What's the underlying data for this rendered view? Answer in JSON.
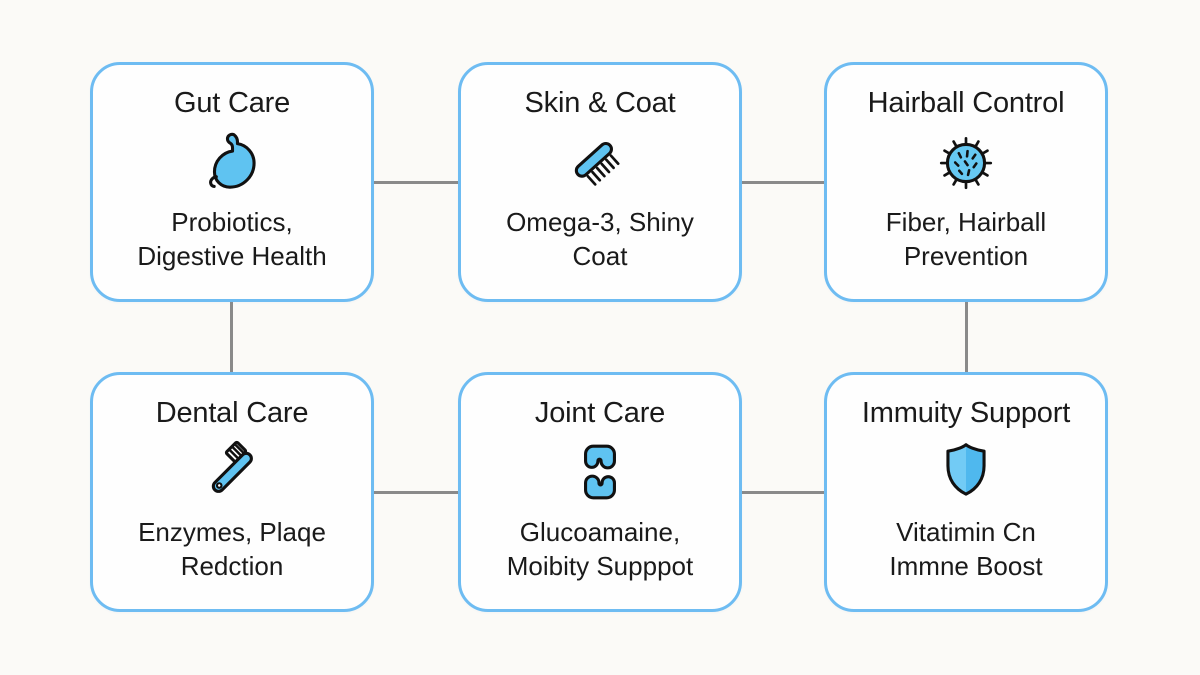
{
  "diagram": {
    "background_color": "#fbfaf7",
    "card_border_color": "#6ebcf2",
    "connector_color": "#8a8a8a",
    "text_color": "#1a1a1a",
    "icon_blue": "#5fc3f1",
    "icon_blue_dark": "#4fb8ee",
    "icon_outline": "#111111"
  },
  "nodes": [
    {
      "id": "gut-care",
      "title": "Gut Care",
      "icon": "stomach-icon",
      "desc_lines": [
        "Probiotics,",
        "Digestive Health"
      ]
    },
    {
      "id": "skin-coat",
      "title": "Skin & Coat",
      "icon": "brush-icon",
      "desc_lines": [
        "Omega-3, Shiny",
        "Coat"
      ]
    },
    {
      "id": "hairball-control",
      "title": "Hairball Control",
      "icon": "hairball-icon",
      "desc_lines": [
        "Fiber, Hairball",
        "Prevention"
      ]
    },
    {
      "id": "dental-care",
      "title": "Dental Care",
      "icon": "toothbrush-icon",
      "desc_lines": [
        "Enzymes, Plaqe",
        "Redction"
      ]
    },
    {
      "id": "joint-care",
      "title": "Joint Care",
      "icon": "joint-icon",
      "desc_lines": [
        "Glucoamaine,",
        "Moibity Supppot"
      ]
    },
    {
      "id": "immuity-support",
      "title": "Immuity Support",
      "icon": "shield-icon",
      "desc_lines": [
        "Vitatimin Cn",
        "Immne Boost"
      ]
    }
  ],
  "connections": [
    {
      "from": "gut-care",
      "to": "skin-coat",
      "orientation": "horizontal"
    },
    {
      "from": "skin-coat",
      "to": "hairball-control",
      "orientation": "horizontal"
    },
    {
      "from": "dental-care",
      "to": "joint-care",
      "orientation": "horizontal"
    },
    {
      "from": "joint-care",
      "to": "immuity-support",
      "orientation": "horizontal"
    },
    {
      "from": "gut-care",
      "to": "dental-care",
      "orientation": "vertical"
    },
    {
      "from": "hairball-control",
      "to": "immuity-support",
      "orientation": "vertical"
    }
  ]
}
